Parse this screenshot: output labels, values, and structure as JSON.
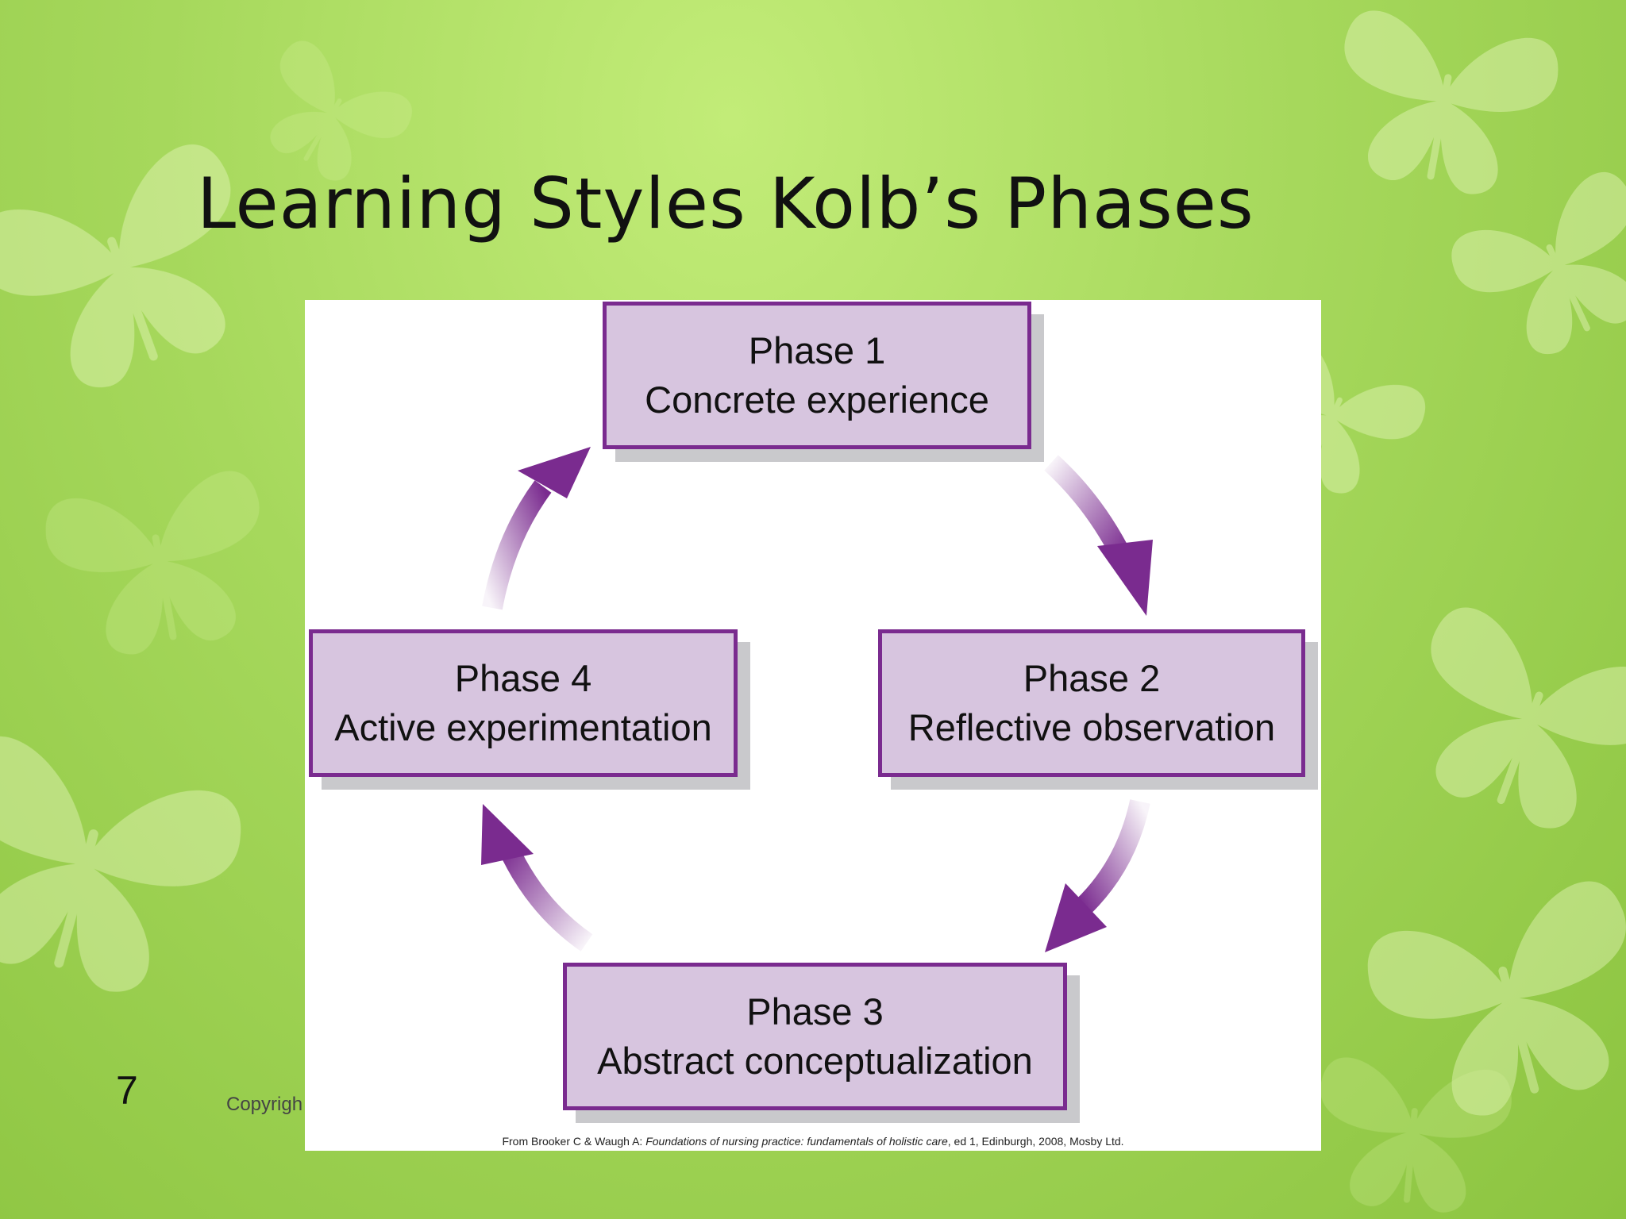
{
  "slide": {
    "title": "Learning Styles Kolb’s Phases",
    "number": "7",
    "copyright": "Copyrigh"
  },
  "diagram": {
    "phases": [
      {
        "name": "Phase 1",
        "label": "Concrete experience"
      },
      {
        "name": "Phase 2",
        "label": "Reflective observation"
      },
      {
        "name": "Phase 3",
        "label": "Abstract conceptualization"
      },
      {
        "name": "Phase 4",
        "label": "Active experimentation"
      }
    ],
    "source": {
      "prefix": "From Brooker C & Waugh A: ",
      "work": "Foundations of nursing practice: fundamentals of holistic care",
      "suffix": ", ed 1, Edinburgh, 2008, Mosby Ltd."
    }
  },
  "colors": {
    "box_fill": "#d7c5df",
    "box_border": "#7a2b8f",
    "arrow": "#7a2b8f",
    "background": "#a6d85c"
  }
}
